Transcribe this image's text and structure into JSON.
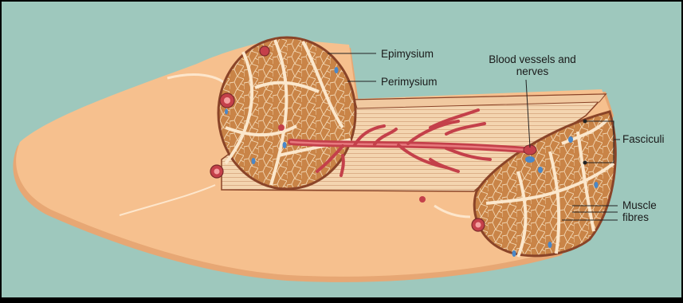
{
  "diagram": {
    "labels": {
      "epimysium": "Epimysium",
      "perimysium": "Perimysium",
      "blood_vessels_line1": "Blood vessels and",
      "blood_vessels_line2": "nerves",
      "fasciculi": "Fasciculi",
      "muscle_fibres_line1": "Muscle",
      "muscle_fibres_line2": "fibres"
    },
    "colors": {
      "background": "#9ec8bd",
      "frame": "#000000",
      "skin": "#f6c08e",
      "skin_shadow": "#e7a774",
      "muscle": "#c98447",
      "muscle_dark": "#a96633",
      "septa": "#fbe7cc",
      "epimysium_edge": "#8a4428",
      "vessel": "#c4404a",
      "vessel_light": "#e77a7e",
      "nerve": "#4a88c8",
      "leader": "#222222"
    }
  }
}
